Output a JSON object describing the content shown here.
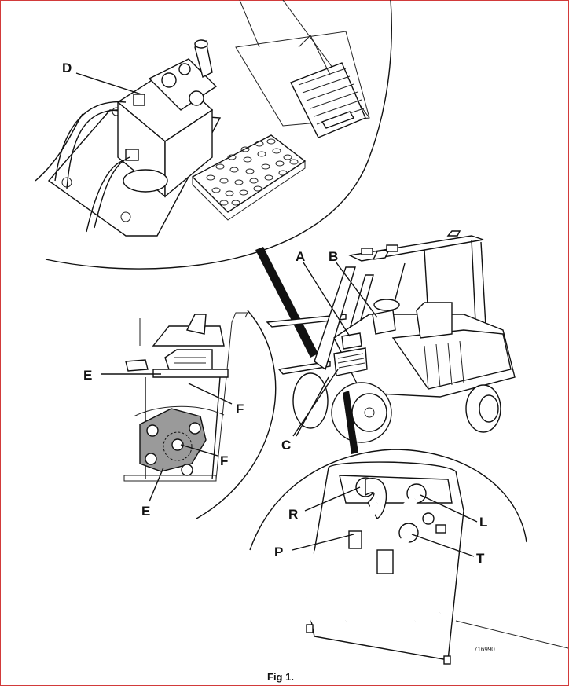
{
  "figure": {
    "caption": "Fig 1.",
    "reference_number": "716990",
    "labels": {
      "A": "A",
      "B": "B",
      "C": "C",
      "D": "D",
      "E_top": "E",
      "E_bottom": "E",
      "F_top": "F",
      "F_bottom": "F",
      "R": "R",
      "P": "P",
      "L": "L",
      "T": "T"
    }
  },
  "colors": {
    "frame_border": "#d23a3a",
    "line": "#111111",
    "shaded_plate": "#9a9a9a",
    "connector_band": "#111111"
  },
  "icons": [
    "forklift-illustration",
    "brake-valve-detail",
    "pedal-plate",
    "hydraulic-hoses",
    "mounting-plate"
  ]
}
